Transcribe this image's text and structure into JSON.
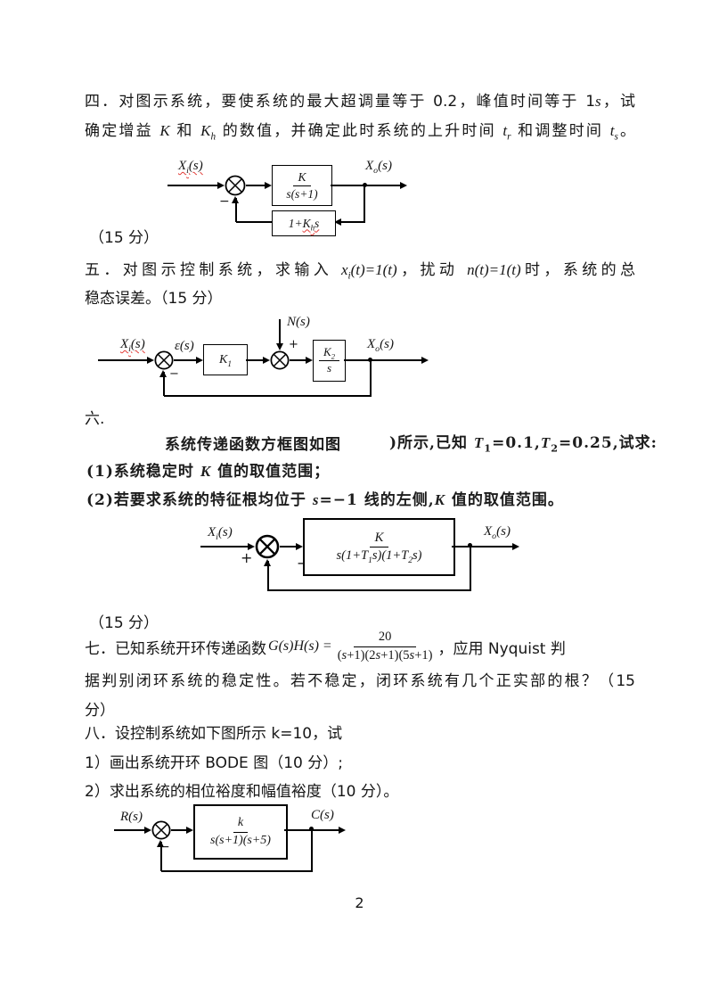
{
  "page_number": "2",
  "score1": "（15 分）",
  "score2": "（15 分）",
  "q4": {
    "line1": [
      {
        "t": "四．对图示系统，要使系统的最大超调量等于 0.2，峰值时间等于 1"
      },
      {
        "t": "s",
        "i": 1
      },
      {
        "t": "，试"
      }
    ],
    "line2": [
      {
        "t": "确定增益 "
      },
      {
        "t": "K",
        "i": 1
      },
      {
        "t": " 和 "
      },
      {
        "t": "K",
        "i": 1
      },
      {
        "t": "h",
        "i": 1,
        "s": 1
      },
      {
        "t": " 的数值，并确定此时系统的上升时间 "
      },
      {
        "t": "t",
        "i": 1
      },
      {
        "t": "r",
        "i": 1,
        "s": 1
      },
      {
        "t": " 和调整时间 "
      },
      {
        "t": "t",
        "i": 1
      },
      {
        "t": "s",
        "i": 1,
        "s": 1
      },
      {
        "t": "。"
      }
    ]
  },
  "q5": {
    "line1": [
      {
        "t": "五．对图示控制系统，求输入 "
      },
      {
        "t": "x",
        "i": 1
      },
      {
        "t": "i",
        "i": 1,
        "s": 1
      },
      {
        "t": "(t)=1(t)",
        "i": 1
      },
      {
        "t": "，扰动 "
      },
      {
        "t": "n",
        "i": 1
      },
      {
        "t": "(t)=1(t)",
        "i": 1
      },
      {
        "t": "时，系统的总"
      }
    ],
    "line2": "稳态误差。（15 分）"
  },
  "q6": {
    "heading": "六.",
    "lineA1": "系统传递函数方框图如图",
    "lineA2": [
      {
        "t": ")所示,已知 "
      },
      {
        "t": "T",
        "i": 1
      },
      {
        "t": "1",
        "s": 1
      },
      {
        "t": "=0.1,"
      },
      {
        "t": "T",
        "i": 1
      },
      {
        "t": "2",
        "s": 1
      },
      {
        "t": "=0.25,试求:"
      }
    ],
    "lineB": [
      {
        "t": "(1)系统稳定时 "
      },
      {
        "t": "K",
        "i": 1
      },
      {
        "t": " 值的取值范围；"
      }
    ],
    "lineC": [
      {
        "t": "(2)若要求系统的特征根均位于 "
      },
      {
        "t": "s",
        "i": 1
      },
      {
        "t": "=−1 线的左侧,"
      },
      {
        "t": "K",
        "i": 1
      },
      {
        "t": " 值的取值范围。"
      }
    ]
  },
  "q7": {
    "pre": "七．已知系统开环传递函数",
    "lhs": [
      {
        "t": "G",
        "i": 1
      },
      {
        "t": "("
      },
      {
        "t": "s",
        "i": 1
      },
      {
        "t": ")"
      },
      {
        "t": "H",
        "i": 1
      },
      {
        "t": "("
      },
      {
        "t": "s",
        "i": 1
      },
      {
        "t": ") = "
      }
    ],
    "num": "20",
    "den": [
      {
        "t": "("
      },
      {
        "t": "s",
        "i": 1
      },
      {
        "t": "+1)(2"
      },
      {
        "t": "s",
        "i": 1
      },
      {
        "t": "+1)(5"
      },
      {
        "t": "s",
        "i": 1
      },
      {
        "t": "+1)"
      }
    ],
    "post": "，应用 Nyquist 判",
    "line2": "据判别闭环系统的稳定性。若不稳定，闭环系统有几个正实部的根？（15",
    "line3": "分）"
  },
  "q8": {
    "line1": "八．设控制系统如下图所示 k=10，试",
    "line2": "1）画出系统开环 BODE 图（10 分）;",
    "line3": "2）求出系统的相位裕度和幅值裕度（10 分）。"
  },
  "d1": {
    "input": [
      {
        "t": "X",
        "q": 1
      },
      {
        "t": "i",
        "s": 1,
        "q": 1
      },
      {
        "t": "(s)",
        "q": 1
      }
    ],
    "output": [
      {
        "t": "X"
      },
      {
        "t": "o",
        "s": 1
      },
      {
        "t": "(s)"
      }
    ],
    "num": "K",
    "den": "s(s+1)",
    "fb": [
      {
        "t": "1+"
      },
      {
        "t": "K",
        "q": 1
      },
      {
        "t": "h",
        "s": 1,
        "q": 1
      },
      {
        "t": "s",
        "q": 1
      }
    ],
    "minus": "−"
  },
  "d2": {
    "input": [
      {
        "t": "X",
        "q": 1
      },
      {
        "t": "i",
        "s": 1,
        "q": 1
      },
      {
        "t": "(s)",
        "q": 1
      }
    ],
    "err": [
      {
        "t": "ε(s)"
      }
    ],
    "k1": [
      {
        "t": "K"
      },
      {
        "t": "1",
        "s": 1
      }
    ],
    "n": [
      {
        "t": "N(s)"
      }
    ],
    "plus": "+",
    "k2num": [
      {
        "t": "K"
      },
      {
        "t": "2",
        "s": 1
      }
    ],
    "k2den": "s",
    "output": [
      {
        "t": "X"
      },
      {
        "t": "o",
        "s": 1
      },
      {
        "t": "(s)"
      }
    ],
    "minus": "−"
  },
  "d3": {
    "input": [
      {
        "t": "X"
      },
      {
        "t": "i",
        "s": 1
      },
      {
        "t": "(s)"
      }
    ],
    "output": [
      {
        "t": "X"
      },
      {
        "t": "o",
        "s": 1
      },
      {
        "t": "(s)"
      }
    ],
    "num": "K",
    "den": [
      {
        "t": "s(1+T"
      },
      {
        "t": "1",
        "s": 1
      },
      {
        "t": "s)(1+T"
      },
      {
        "t": "2",
        "s": 1
      },
      {
        "t": "s)"
      }
    ],
    "plus": "+",
    "minus": "−"
  },
  "d4": {
    "input": "R(s)",
    "output": "C(s)",
    "num": "k",
    "den": "s(s+1)(s+5)",
    "minus": "−"
  }
}
